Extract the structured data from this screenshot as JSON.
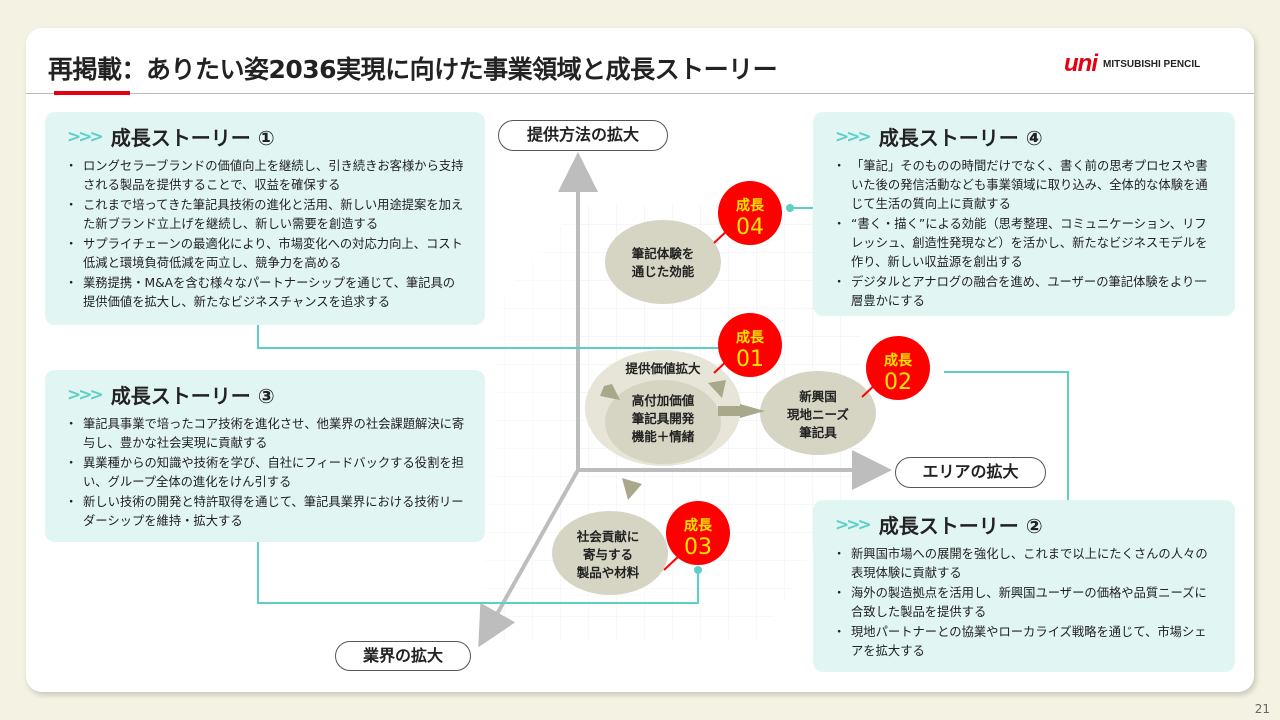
{
  "header": {
    "title": "再掲載：ありたい姿2036実現に向けた事業領域と成長ストーリー",
    "logo_mark": "uni",
    "logo_text": "MITSUBISHI PENCIL"
  },
  "stories": [
    {
      "title": "成長ストーリー ①",
      "bullets": [
        "ロングセラーブランドの価値向上を継続し、引き続きお客様から支持される製品を提供することで、収益を確保する",
        "これまで培ってきた筆記具技術の進化と活用、新しい用途提案を加えた新ブランド立上げを継続し、新しい需要を創造する",
        "サプライチェーンの最適化により、市場変化への対応力向上、コスト低減と環境負荷低減を両立し、競争力を高める",
        "業務提携・M&Aを含む様々なパートナーシップを通じて、筆記具の提供価値を拡大し、新たなビジネスチャンスを追求する"
      ]
    },
    {
      "title": "成長ストーリー ②",
      "bullets": [
        "新興国市場への展開を強化し、これまで以上にたくさんの人々の表現体験に貢献する",
        "海外の製造拠点を活用し、新興国ユーザーの価格や品質ニーズに合致した製品を提供する",
        "現地パートナーとの協業やローカライズ戦略を通じて、市場シェアを拡大する"
      ]
    },
    {
      "title": "成長ストーリー ③",
      "bullets": [
        "筆記具事業で培ったコア技術を進化させ、他業界の社会課題解決に寄与し、豊かな社会実現に貢献する",
        "異業種からの知識や技術を学び、自社にフィードバックする役割を担い、グループ全体の進化をけん引する",
        "新しい技術の開発と特許取得を通じて、筆記具業界における技術リーダーシップを維持・拡大する"
      ]
    },
    {
      "title": "成長ストーリー ④",
      "bullets": [
        "「筆記」そのものの時間だけでなく、書く前の思考プロセスや書いた後の発信活動なども事業領域に取り込み、全体的な体験を通じて生活の質向上に貢献する",
        "“書く・描く”による効能（思考整理、コミュニケーション、リフレッシュ、創造性発現など）を活かし、新たなビジネスモデルを作り、新しい収益源を創出する",
        "デジタルとアナログの融合を進め、ユーザーの筆記体験をより一層豊かにする"
      ]
    }
  ],
  "axes": {
    "vertical": "提供方法の拡大",
    "horizontal": "エリアの拡大",
    "diagonal": "業界の拡大"
  },
  "diagram": {
    "core_label": "提供価値拡大",
    "core": [
      "高付加価値",
      "筆記具開発",
      "機能＋情緒"
    ],
    "experience": [
      "筆記体験を",
      "通じた効能"
    ],
    "emerging": [
      "新興国",
      "現地ニーズ",
      "筆記具"
    ],
    "social": [
      "社会貢献に",
      "寄与する",
      "製品や材料"
    ],
    "badge_word": "成長",
    "badges": [
      "01",
      "02",
      "03",
      "04"
    ]
  },
  "colors": {
    "accent": "#5ccfc6",
    "badge": "#ff0000",
    "badge_text": "#ffe600",
    "ellipse": "#d6d5c3",
    "brand": "#e60012"
  },
  "page": "21"
}
